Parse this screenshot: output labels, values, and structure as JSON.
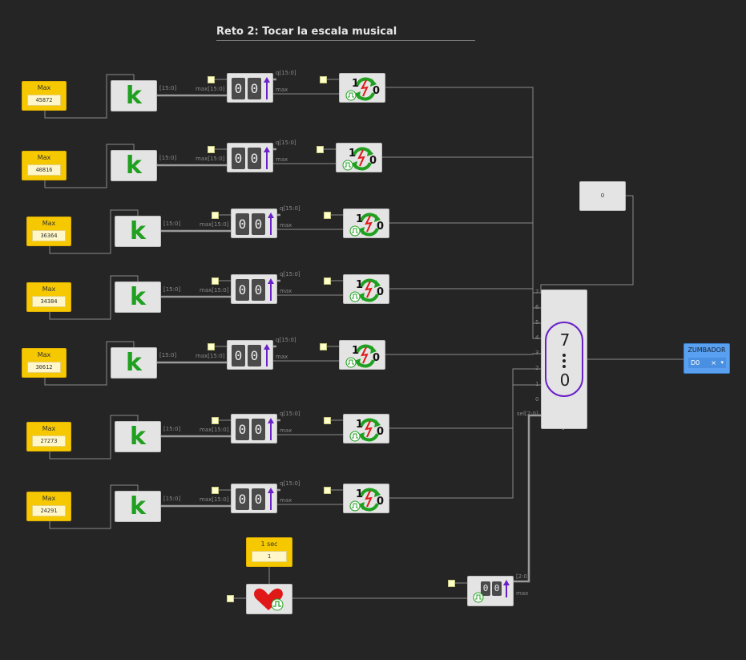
{
  "title": "Reto 2: Tocar la escala musical",
  "rows": [
    {
      "const_label": "Max",
      "const_value": "45872",
      "bus_label": "[15:0]",
      "counter_in_label": "max[15:0]",
      "q_label": "q[15:0]",
      "max_label": "max"
    },
    {
      "const_label": "Max",
      "const_value": "40816",
      "bus_label": "[15:0]",
      "counter_in_label": "max[15:0]",
      "q_label": "q[15:0]",
      "max_label": "max"
    },
    {
      "const_label": "Max",
      "const_value": "36364",
      "bus_label": "[15:0]",
      "counter_in_label": "max[15:0]",
      "q_label": "q[15:0]",
      "max_label": "max"
    },
    {
      "const_label": "Max",
      "const_value": "34384",
      "bus_label": "[15:0]",
      "counter_in_label": "max[15:0]",
      "q_label": "q[15:0]",
      "max_label": "max"
    },
    {
      "const_label": "Max",
      "const_value": "30612",
      "bus_label": "[15:0]",
      "counter_in_label": "max[15:0]",
      "q_label": "q[15:0]",
      "max_label": "max"
    },
    {
      "const_label": "Max",
      "const_value": "27273",
      "bus_label": "[15:0]",
      "counter_in_label": "max[15:0]",
      "q_label": "q[15:0]",
      "max_label": "max"
    },
    {
      "const_label": "Max",
      "const_value": "24291",
      "bus_label": "[15:0]",
      "counter_in_label": "max[15:0]",
      "q_label": "q[15:0]",
      "max_label": "max"
    }
  ],
  "counter_digits": [
    "0",
    "0"
  ],
  "toggle_top": "1",
  "toggle_bottom": "0",
  "zero_const": "0",
  "mux": {
    "top": "7",
    "bottom": "0",
    "inputs": [
      "7",
      "6",
      "5",
      "4",
      "3",
      "2",
      "1",
      "0"
    ],
    "sel_label": "sel[2:0]"
  },
  "timer": {
    "label": "1 sec",
    "value": "1"
  },
  "sel_counter": {
    "out_label": "[2:0]",
    "max_label": "max"
  },
  "output": {
    "title": "ZUMBADOR",
    "pin": "D0",
    "clear": "×",
    "caret": "▾"
  },
  "colors": {
    "background": "#252525",
    "constant": "#f5c800",
    "output": "#5aa0f0",
    "k_green": "#20a020",
    "mux_ring": "#6a20c8"
  }
}
